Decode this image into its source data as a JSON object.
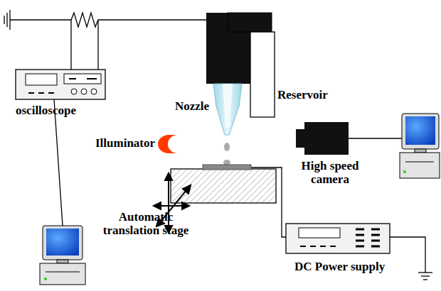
{
  "diagram": {
    "labels": [
      "Nozzle",
      "Reservoir",
      "oscilloscope",
      "Illuminator",
      "High speed camera",
      "Automatic translation stage",
      "DC Power supply"
    ]
  }
}
